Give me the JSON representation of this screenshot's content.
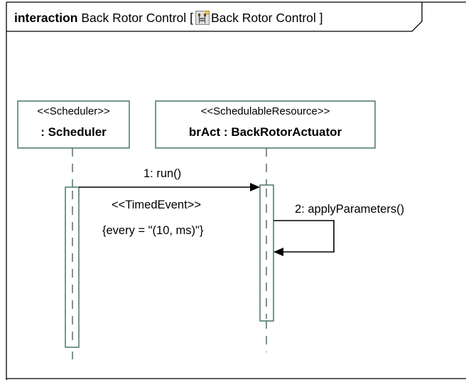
{
  "frame": {
    "keyword": "interaction",
    "name": "Back Rotor Control",
    "bracket_open": "[",
    "diagram_ref": "Back Rotor Control",
    "bracket_close": "]",
    "ref_icon": "sequence-diagram-icon"
  },
  "lifelines": [
    {
      "stereotype": "<<Scheduler>>",
      "name": ": Scheduler"
    },
    {
      "stereotype": "<<SchedulableResource>>",
      "name": "brAct : BackRotorActuator"
    }
  ],
  "messages": [
    {
      "label": "1: run()",
      "stereotype": "<<TimedEvent>>",
      "constraint": "{every = \"(10, ms)\"}"
    },
    {
      "label": "2: applyParameters()"
    }
  ],
  "colors": {
    "lifeline_stroke": "#3d6b58",
    "frame_stroke": "#000000",
    "message_stroke": "#000000"
  }
}
